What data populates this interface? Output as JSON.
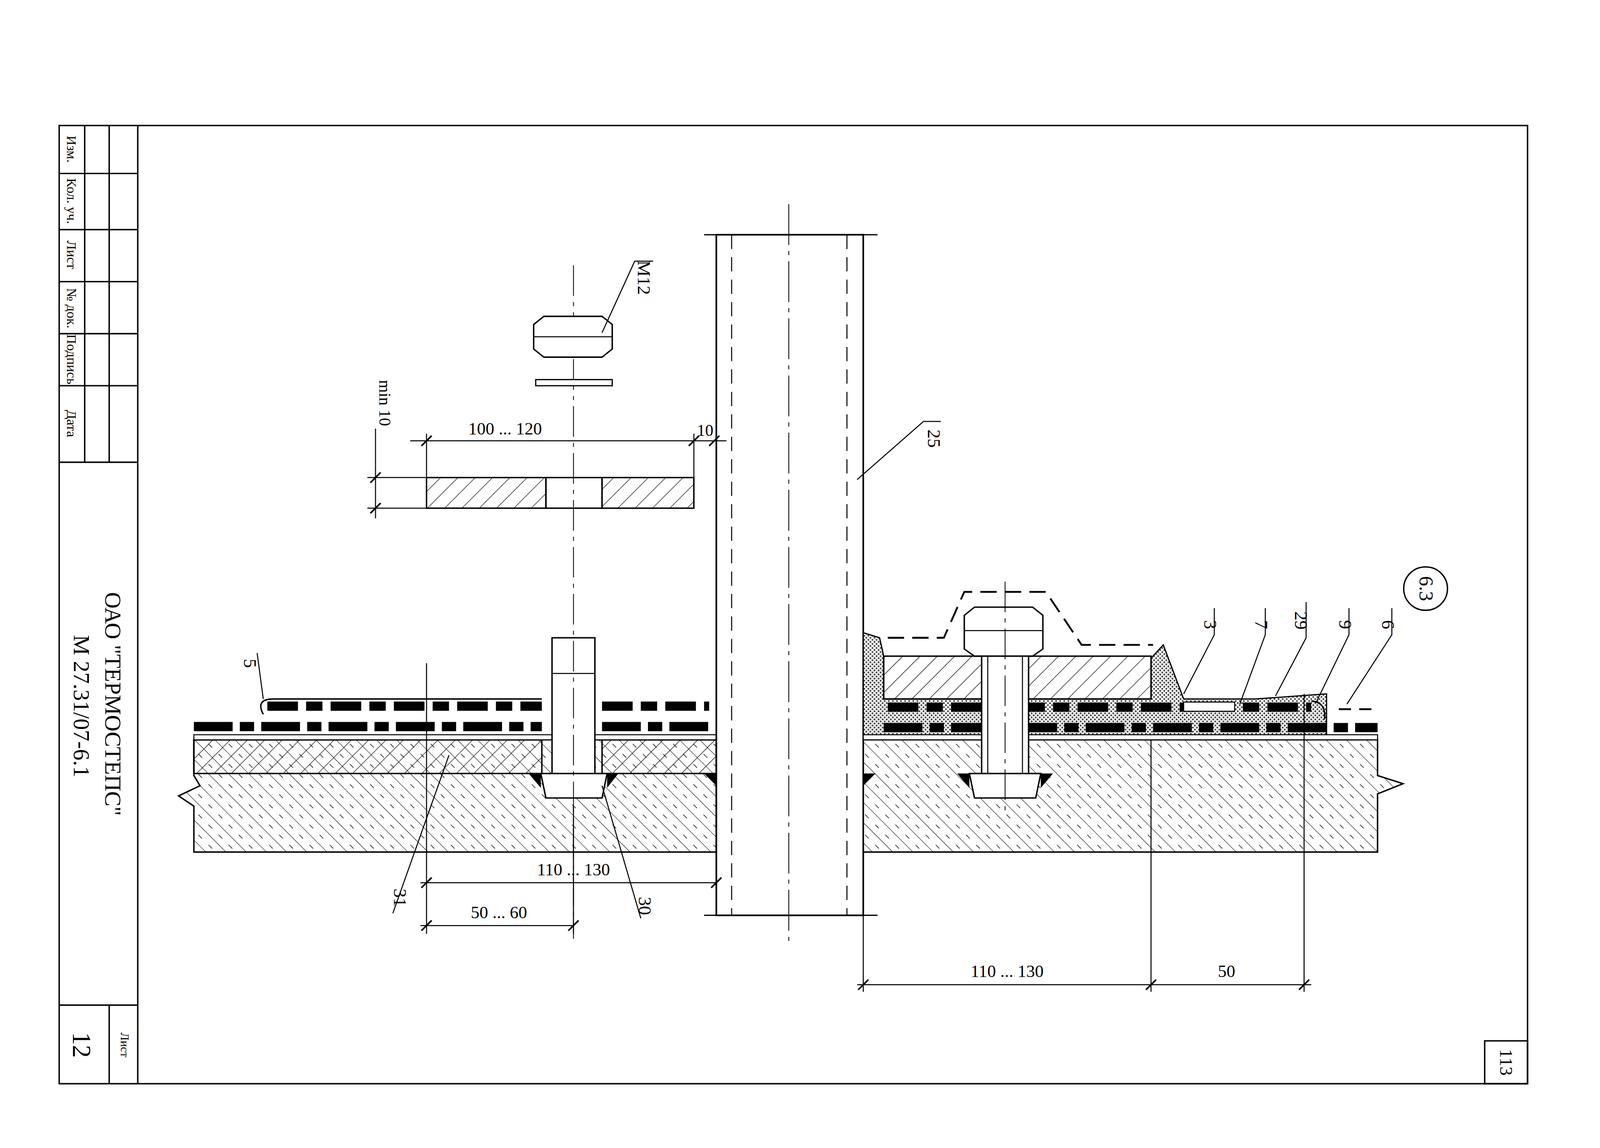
{
  "diagram": {
    "nodes": [
      {
        "text": [
          "6.3"
        ]
      }
    ],
    "labels": [
      "Изм.",
      "Кол. уч.",
      "Лист",
      "№ док.",
      "Подпись",
      "Дата",
      "ОАО \"ТЕРМОСТЕПС\"",
      "М 27.31/07-6.1",
      "Лист",
      "12",
      "113",
      "M12",
      "min 10",
      "100 ... 120",
      "10",
      "25",
      "3",
      "7",
      "29",
      "9",
      "6",
      "5",
      "31",
      "30",
      "110 ... 130",
      "50 ... 60",
      "110 ... 130",
      "50"
    ]
  }
}
